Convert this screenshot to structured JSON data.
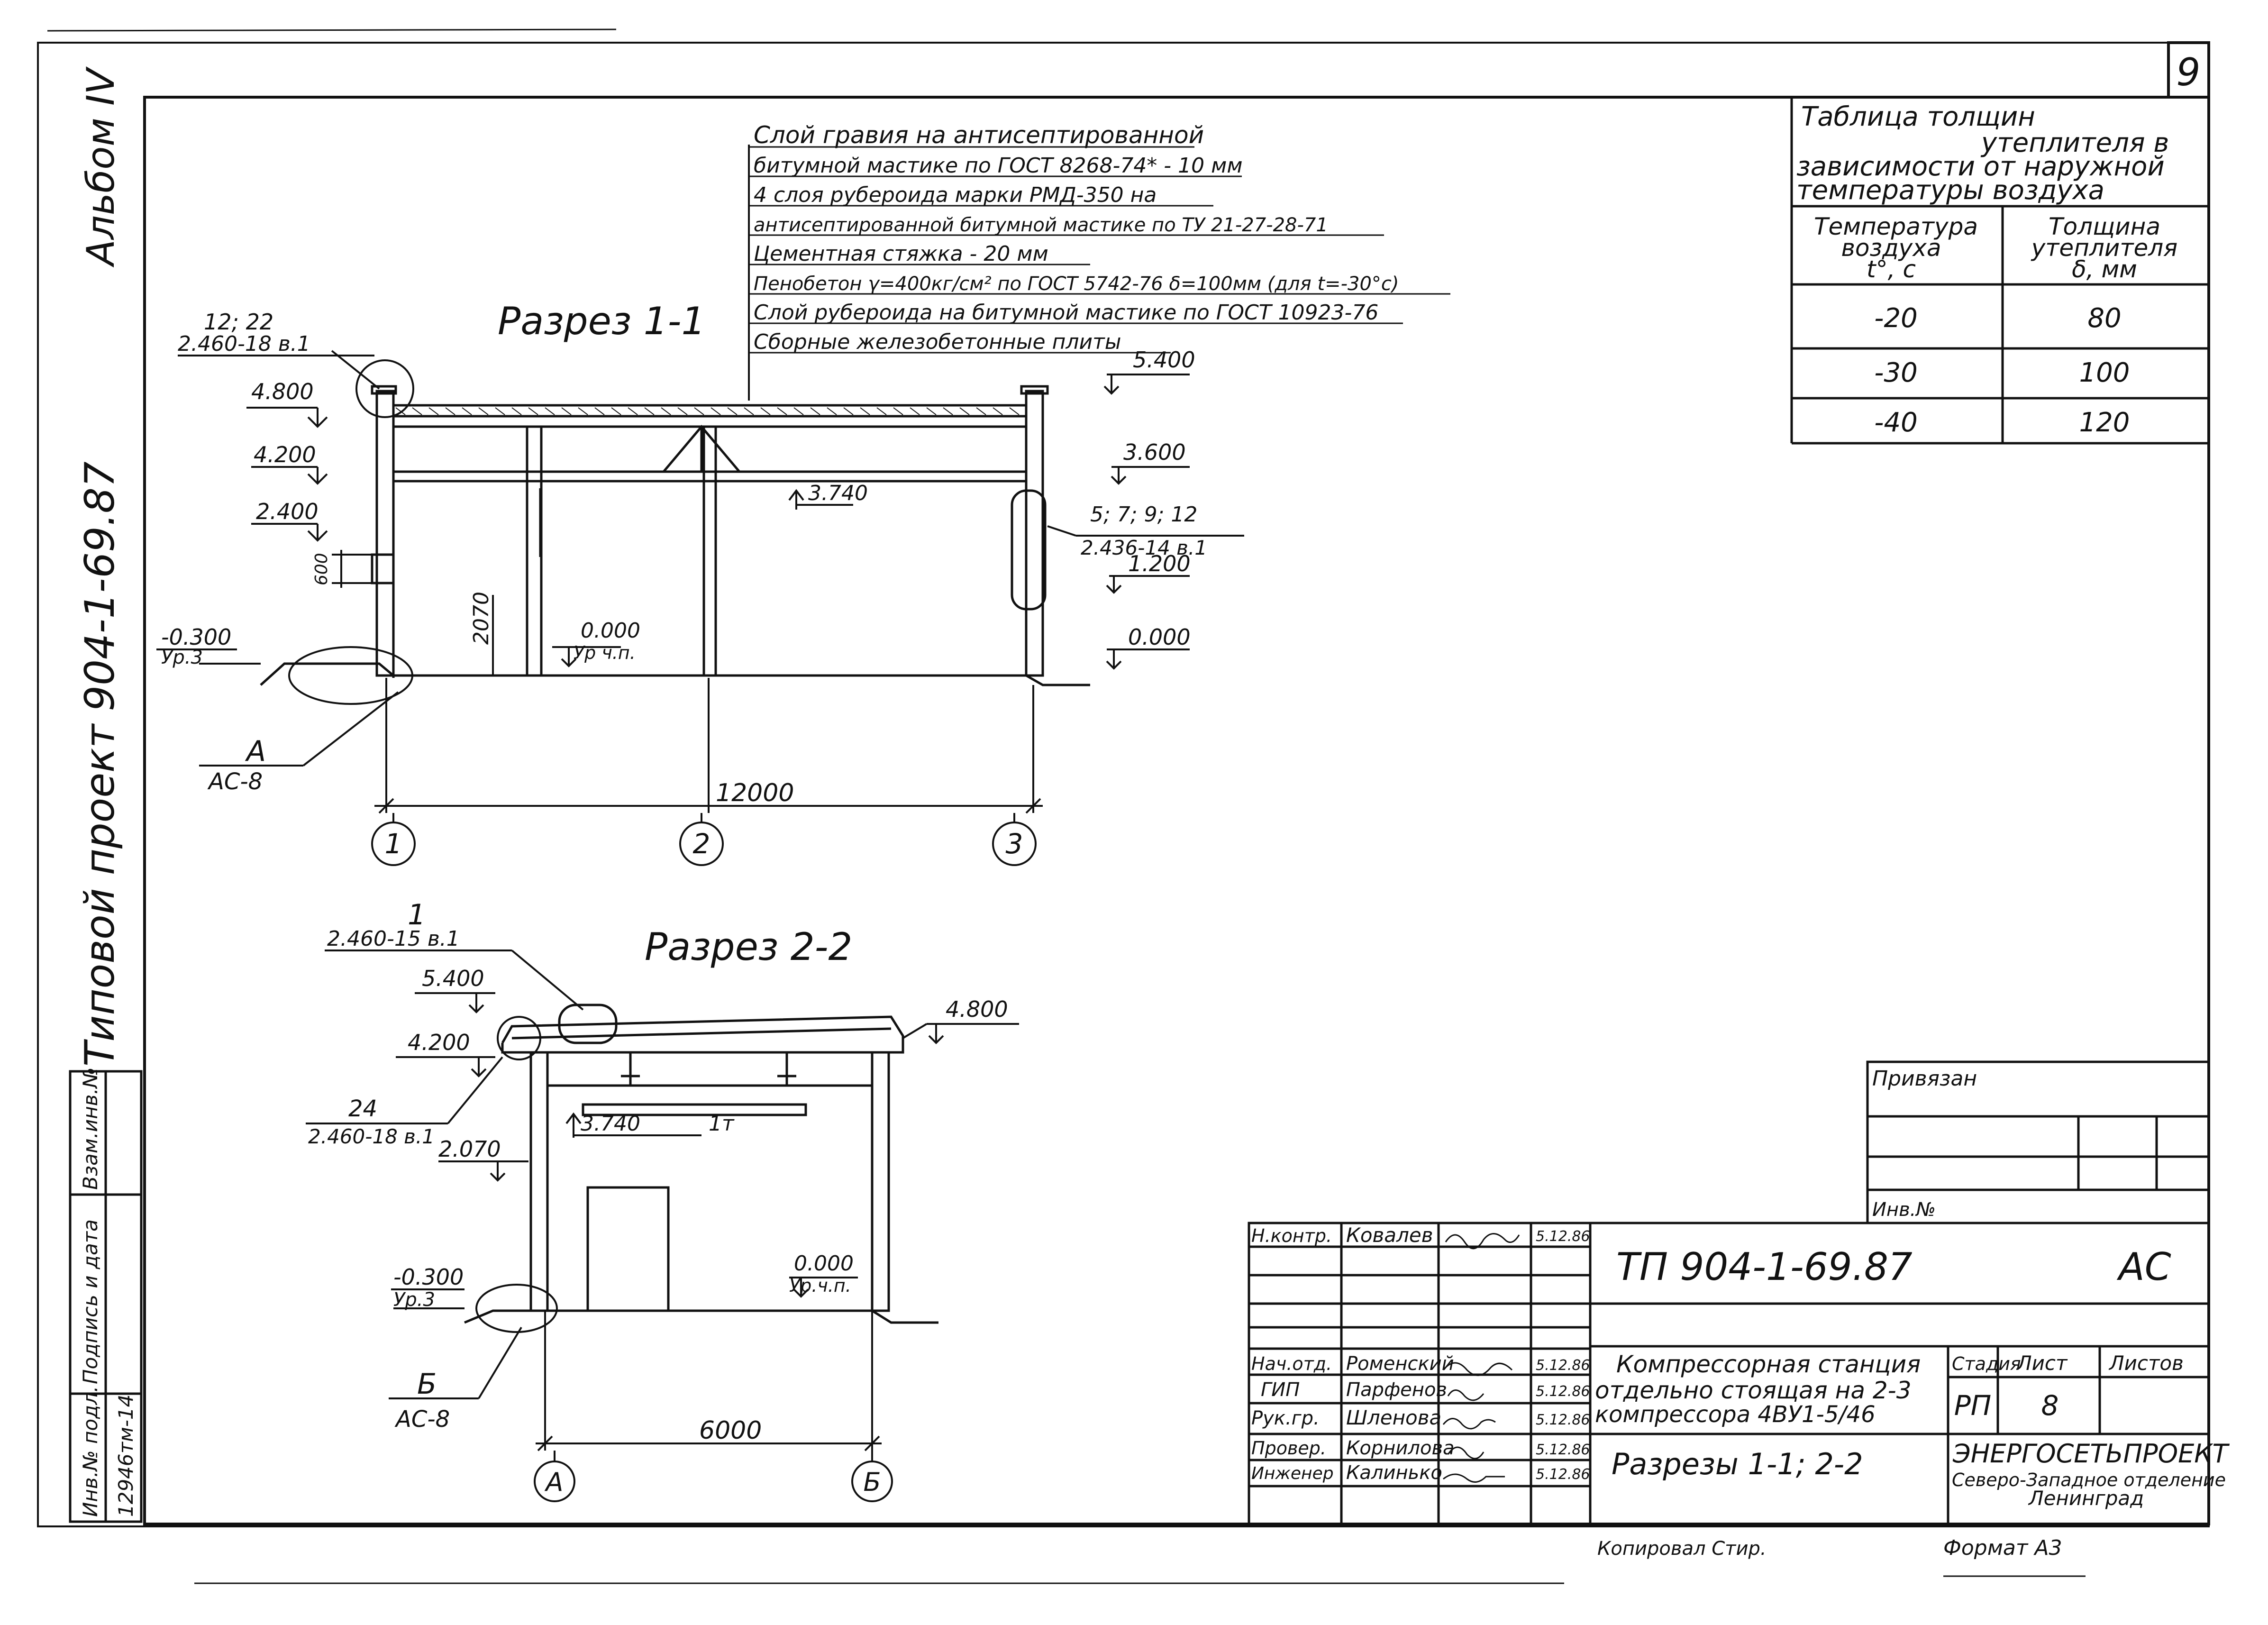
{
  "sheet": {
    "page_number": "9",
    "album": "Альбом IV",
    "project": "Типовой проект 904-1-69.87",
    "side_labels": [
      "Инв.№ подл.",
      "Подпись и дата",
      "Взам.инв.№"
    ],
    "inv_number": "12946тм-14"
  },
  "section_1": {
    "title": "Разрез 1-1",
    "roof_layers": [
      "Слой гравия на антисептированной",
      "битумной мастике по ГОСТ 8268-74* - 10 мм",
      "4 слоя рубероида марки РМД-350 на",
      "антисептированной битумной мастике по ТУ 21-27-28-71",
      "Цементная стяжка - 20 мм",
      "Пенобетон γ=400кг/см² по ГОСТ 5742-76 δ=100мм (для t=-30°с)",
      "Слой рубероида на битумной мастике по ГОСТ 10923-76",
      "Сборные железобетонные плиты"
    ],
    "ref_top_num": "12; 22",
    "ref_top_sheet": "2.460-18 в.1",
    "ref_right_num": "5; 7; 9; 12",
    "ref_right_sheet": "2.436-14 в.1",
    "level_left_1": "4.800",
    "level_left_2": "4.200",
    "level_left_3": "2.400",
    "level_ground_left": "-0.300",
    "level_ground_tag": "Ур.3",
    "level_floor": "0.000",
    "level_floor_tag": "Ур ч.п.",
    "level_right_top": "5.400",
    "level_right_2": "3.600",
    "level_right_3": "1.200",
    "level_right_floor": "0.000",
    "level_beam": "3.740",
    "dim_600": "600",
    "dim_2070": "2070",
    "dim_span": "12000",
    "detail_id": "А",
    "detail_sheet": "АС-8",
    "axes": [
      "1",
      "2",
      "3"
    ]
  },
  "section_2": {
    "title": "Разрез 2-2",
    "ref_top_num": "1",
    "ref_top_sheet": "2.460-15 в.1",
    "ref_left_num": "24",
    "ref_left_sheet": "2.460-18 в.1",
    "level_top": "5.400",
    "level_2": "4.200",
    "level_3": "2.070",
    "level_right": "4.800",
    "level_beam": "3.740",
    "crane": "1т",
    "level_ground": "-0.300",
    "level_ground_tag": "Ур.3",
    "level_floor": "0.000",
    "level_floor_tag": "Ур.ч.п.",
    "dim_span": "6000",
    "detail_id": "Б",
    "detail_sheet": "АС-8",
    "axes": [
      "А",
      "Б"
    ]
  },
  "insulation_table": {
    "title_lines": [
      "Таблица толщин",
      "утеплителя в",
      "зависимости от наружной",
      "температуры воздуха"
    ],
    "col1_header": [
      "Температура",
      "воздуха",
      "t°, с"
    ],
    "col2_header": [
      "Толщина",
      "утеплителя",
      "δ, мм"
    ],
    "rows": [
      {
        "temp": "-20",
        "thickness": "80"
      },
      {
        "temp": "-30",
        "thickness": "100"
      },
      {
        "temp": "-40",
        "thickness": "120"
      }
    ]
  },
  "stamp": {
    "privyazan": "Привязан",
    "inv_no": "Инв.№",
    "code": "ТП 904-1-69.87",
    "mark": "АС",
    "people": [
      {
        "role": "Н.контр.",
        "name": "Ковалев",
        "date": "5.12.86"
      },
      {
        "role": "Нач.отд.",
        "name": "Роменский",
        "date": "5.12.86"
      },
      {
        "role": "ГИП",
        "name": "Парфенов",
        "date": "5.12.86"
      },
      {
        "role": "Рук.гр.",
        "name": "Шленова",
        "date": "5.12.86"
      },
      {
        "role": "Провер.",
        "name": "Корнилова",
        "date": "5.12.86"
      },
      {
        "role": "Инженер",
        "name": "Калинько",
        "date": "5.12.86"
      }
    ],
    "object_lines": [
      "Компрессорная станция",
      "отдельно стоящая на 2-3",
      "компрессора 4ВУ1-5/46"
    ],
    "stage_label": "Стадия",
    "sheet_label": "Лист",
    "sheets_label": "Листов",
    "stage": "РП",
    "sheet_no": "8",
    "drawing_title": "Разрезы 1-1; 2-2",
    "org_name": "ЭНЕРГОСЕТЬПРОЕКТ",
    "org_branch_1": "Северо-Западное отделение",
    "org_branch_2": "Ленинград",
    "copied": "Копировал Стир.",
    "format": "Формат А3"
  }
}
